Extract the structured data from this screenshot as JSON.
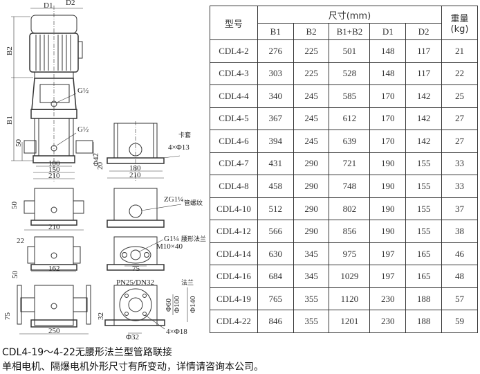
{
  "drawing_labels": {
    "d1": "D1",
    "d2": "D2",
    "b2": "B2",
    "b1": "B1",
    "g_half_top": "G½",
    "g_half_bottom": "G½",
    "dim_50_main": "50",
    "dim_100": "100",
    "dim_150": "150",
    "dim_210_main": "210",
    "phi42": "Φ42",
    "dim_20": "20",
    "dim_180": "180",
    "dim_210_side": "210",
    "ferrule": "卡套",
    "bolt_4x13": "4×Φ13",
    "dim_50_row2": "50",
    "dim_210_row2": "210",
    "zg": "ZG1¼",
    "pipe_thread": "管螺纹",
    "dim_22": "22",
    "dim_162": "162",
    "dim_50_row3": "50",
    "g1q": "G1¼",
    "oval_flange": "腰形法兰",
    "m10x40": "M10×40",
    "dim_75_row3": "75",
    "pn": "PN25/DN32",
    "flange": "法兰",
    "phi60": "Φ60",
    "phi100": "Φ100",
    "phi140": "Φ140",
    "bolt_4x18": "4×Φ18",
    "dim_32": "32",
    "phi32": "Φ32",
    "dim_75_row4": "75",
    "dim_250": "250"
  },
  "table": {
    "header_model": "型号",
    "header_dims": "尺寸(mm)",
    "header_weight": "重量(kg)",
    "sub_headers": [
      "B1",
      "B2",
      "B1+B2",
      "D1",
      "D2"
    ],
    "rows": [
      [
        "CDL4-2",
        "276",
        "225",
        "501",
        "148",
        "117",
        "21"
      ],
      [
        "CDL4-3",
        "303",
        "225",
        "528",
        "148",
        "117",
        "22"
      ],
      [
        "CDL4-4",
        "340",
        "245",
        "585",
        "170",
        "142",
        "25"
      ],
      [
        "CDL4-5",
        "367",
        "245",
        "612",
        "170",
        "142",
        "27"
      ],
      [
        "CDL4-6",
        "394",
        "245",
        "639",
        "170",
        "142",
        "27"
      ],
      [
        "CDL4-7",
        "431",
        "290",
        "721",
        "190",
        "155",
        "33"
      ],
      [
        "CDL4-8",
        "458",
        "290",
        "748",
        "190",
        "155",
        "33"
      ],
      [
        "CDL4-10",
        "512",
        "290",
        "802",
        "190",
        "155",
        "37"
      ],
      [
        "CDL4-12",
        "566",
        "290",
        "856",
        "190",
        "155",
        "38"
      ],
      [
        "CDL4-14",
        "630",
        "345",
        "975",
        "197",
        "165",
        "46"
      ],
      [
        "CDL4-16",
        "684",
        "345",
        "1029",
        "197",
        "165",
        "48"
      ],
      [
        "CDL4-19",
        "765",
        "355",
        "1120",
        "230",
        "188",
        "57"
      ],
      [
        "CDL4-22",
        "846",
        "355",
        "1201",
        "230",
        "188",
        "59"
      ]
    ]
  },
  "captions": {
    "line1": "CDL4-19～4-22无腰形法兰型管路联接",
    "line2": "单相电机、隔爆电机外形尺寸有所变动，详情请咨询本公司。"
  }
}
